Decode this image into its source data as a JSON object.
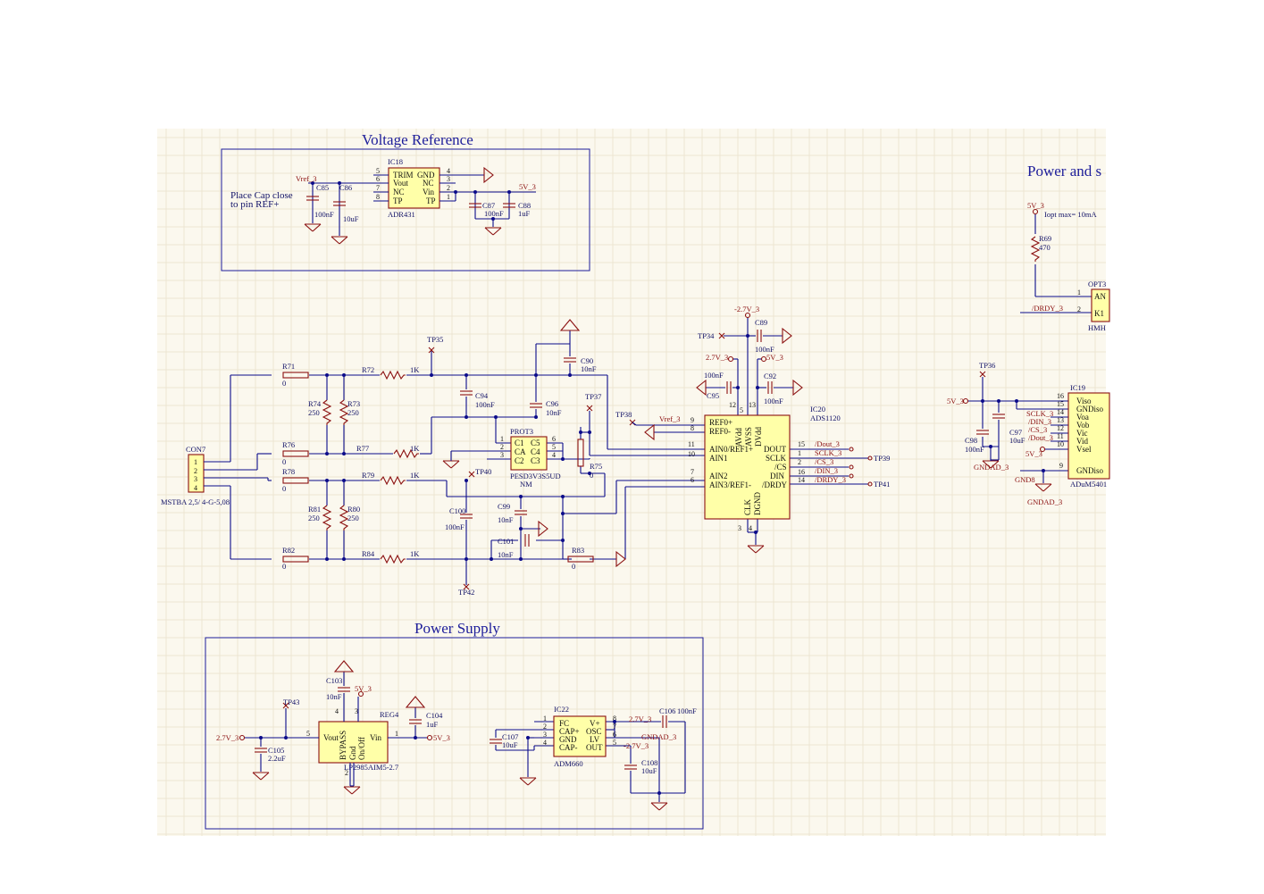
{
  "titles": {
    "voltage_reference": "Voltage Reference",
    "power_supply": "Power Supply",
    "power_and_s": "Power and s"
  },
  "notes": {
    "cap_note_1": "Place Cap close",
    "cap_note_2": "to pin REF+",
    "iopt": "Iopt max= 10mA"
  },
  "nets": {
    "vref_3": "Vref_3",
    "v5_3": "5V_3",
    "v2_7_3": "2.7V_3",
    "vneg2_7_3": "-2.7V_3",
    "gndad_3": "GNDAD_3",
    "gnd8": "GND8",
    "dout_3": "/Dout_3",
    "sclk_3": "SCLK_3",
    "cs_3": "/CS_3",
    "din_3": "/DIN_3",
    "drdy_3": "/DRDY_3"
  },
  "ic18": {
    "ref": "IC18",
    "name": "ADR431",
    "pins_left": [
      {
        "num": "5",
        "name": "TRIM"
      },
      {
        "num": "6",
        "name": "Vout"
      },
      {
        "num": "7",
        "name": "NC"
      },
      {
        "num": "8",
        "name": "TP"
      }
    ],
    "pins_right": [
      {
        "num": "4",
        "name": "GND"
      },
      {
        "num": "3",
        "name": "NC"
      },
      {
        "num": "2",
        "name": "Vin"
      },
      {
        "num": "1",
        "name": "TP"
      }
    ]
  },
  "ic20": {
    "ref": "IC20",
    "name": "ADS1120",
    "pins_left": [
      {
        "num": "9",
        "name": "REF0+"
      },
      {
        "num": "8",
        "name": "REF0-"
      },
      {
        "num": "11",
        "name": "AIN0/REF1+"
      },
      {
        "num": "10",
        "name": "AIN1"
      },
      {
        "num": "7",
        "name": "AIN2"
      },
      {
        "num": "6",
        "name": "AIN3/REF1-"
      }
    ],
    "pins_right": [
      {
        "num": "15",
        "name": "DOUT"
      },
      {
        "num": "1",
        "name": "SCLK"
      },
      {
        "num": "2",
        "name": "/CS"
      },
      {
        "num": "16",
        "name": "DIN"
      },
      {
        "num": "14",
        "name": "/DRDY"
      }
    ],
    "pins_top": [
      {
        "num": "12",
        "name": "AVdd"
      },
      {
        "num": "5",
        "name": "AVSS"
      },
      {
        "num": "13",
        "name": "DVdd"
      }
    ],
    "pins_bottom": [
      {
        "num": "3",
        "name": "CLK"
      },
      {
        "num": "4",
        "name": "DGND"
      }
    ]
  },
  "ic19": {
    "ref": "IC19",
    "name": "ADuM5401",
    "pins": [
      {
        "num": "16",
        "name": "Viso"
      },
      {
        "num": "15",
        "name": "GNDiso"
      },
      {
        "num": "14",
        "name": "Voa"
      },
      {
        "num": "13",
        "name": "Vob"
      },
      {
        "num": "12",
        "name": "Vic"
      },
      {
        "num": "11",
        "name": "Vid"
      },
      {
        "num": "10",
        "name": "Vsel"
      },
      {
        "num": "9",
        "name": "GNDiso"
      }
    ]
  },
  "ic22": {
    "ref": "IC22",
    "name": "ADM660",
    "pins_left": [
      {
        "num": "1",
        "name": "FC"
      },
      {
        "num": "2",
        "name": "CAP+"
      },
      {
        "num": "3",
        "name": "GND"
      },
      {
        "num": "4",
        "name": "CAP-"
      }
    ],
    "pins_right": [
      {
        "num": "8",
        "name": "V+"
      },
      {
        "num": "7",
        "name": "OSC"
      },
      {
        "num": "6",
        "name": "LV"
      },
      {
        "num": "5",
        "name": "OUT"
      }
    ]
  },
  "reg4": {
    "ref": "REG4",
    "name": "LP2985AIM5-2.7",
    "pins": [
      {
        "num": "5",
        "name": "Vout"
      },
      {
        "num": "1",
        "name": "Vin"
      },
      {
        "num": "4",
        "name": "BYPASS"
      },
      {
        "num": "2",
        "name": "Gnd"
      },
      {
        "num": "3",
        "name": "On/Off"
      }
    ]
  },
  "prot3": {
    "ref": "PROT3",
    "name": "PESD3V3S5UD",
    "sub": "NM",
    "pins_left": [
      {
        "num": "1",
        "name": "C1"
      },
      {
        "num": "2",
        "name": "CA"
      },
      {
        "num": "3",
        "name": "C2"
      }
    ],
    "pins_right": [
      {
        "num": "6",
        "name": "C5"
      },
      {
        "num": "5",
        "name": "C4"
      },
      {
        "num": "4",
        "name": "C3"
      }
    ]
  },
  "opt3": {
    "ref": "OPT3",
    "name": "HMH",
    "pins": [
      {
        "num": "1",
        "name": "AN"
      },
      {
        "num": "2",
        "name": "K1"
      }
    ]
  },
  "con7": {
    "ref": "CON7",
    "name": "MSTBA 2,5/ 4-G-5,08",
    "pins": [
      "1",
      "2",
      "3",
      "4"
    ]
  },
  "resistors": [
    {
      "ref": "R71",
      "value": "0"
    },
    {
      "ref": "R72",
      "value": "1K"
    },
    {
      "ref": "R73",
      "value": "250"
    },
    {
      "ref": "R74",
      "value": "250"
    },
    {
      "ref": "R75",
      "value": "0"
    },
    {
      "ref": "R76",
      "value": "0"
    },
    {
      "ref": "R77",
      "value": "1K"
    },
    {
      "ref": "R78",
      "value": "0"
    },
    {
      "ref": "R79",
      "value": "1K"
    },
    {
      "ref": "R80",
      "value": "250"
    },
    {
      "ref": "R81",
      "value": "250"
    },
    {
      "ref": "R82",
      "value": "0"
    },
    {
      "ref": "R83",
      "value": "0"
    },
    {
      "ref": "R84",
      "value": "1K"
    },
    {
      "ref": "R69",
      "value": "470"
    }
  ],
  "capacitors": [
    {
      "ref": "C85",
      "value": "100nF"
    },
    {
      "ref": "C86",
      "value": "10uF"
    },
    {
      "ref": "C87",
      "value": "100nF"
    },
    {
      "ref": "C88",
      "value": "1uF"
    },
    {
      "ref": "C89",
      "value": "100nF"
    },
    {
      "ref": "C90",
      "value": "10nF"
    },
    {
      "ref": "C92",
      "value": "100nF"
    },
    {
      "ref": "C94",
      "value": "100nF"
    },
    {
      "ref": "C95",
      "value": "100nF"
    },
    {
      "ref": "C96",
      "value": "10nF"
    },
    {
      "ref": "C97",
      "value": "10uF"
    },
    {
      "ref": "C98",
      "value": "100nF"
    },
    {
      "ref": "C99",
      "value": "10nF"
    },
    {
      "ref": "C100",
      "value": "100nF"
    },
    {
      "ref": "C101",
      "value": "10nF"
    },
    {
      "ref": "C103",
      "value": "10nF"
    },
    {
      "ref": "C104",
      "value": "1uF"
    },
    {
      "ref": "C105",
      "value": "2.2uF"
    },
    {
      "ref": "C106",
      "value": "100nF"
    },
    {
      "ref": "C107",
      "value": "10uF"
    },
    {
      "ref": "C108",
      "value": "10uF"
    }
  ],
  "testpoints": [
    "TP34",
    "TP35",
    "TP36",
    "TP37",
    "TP38",
    "TP39",
    "TP40",
    "TP41",
    "TP42",
    "TP43"
  ]
}
